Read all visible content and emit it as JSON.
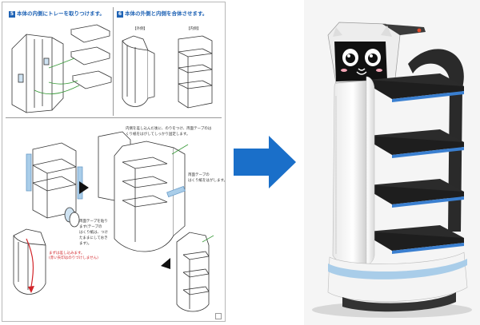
{
  "manual": {
    "step5": {
      "number": "5",
      "title": "本体の内側にトレーを取りつけます。"
    },
    "step6": {
      "number": "6",
      "title": "本体の外側と内側を合体させます。",
      "label_outer": "【外側】",
      "label_inner": "【内側】"
    },
    "assembly": {
      "note_top_line1": "内側を差し込んだ後に、のりをつけ、両面テープのは",
      "note_top_line2": "くり紙をはがしてしっかり固定します。",
      "note_right_line1": "両面テープの",
      "note_right_line2": "はくり紙をはがします。",
      "note_mid_line1": "両面テープを貼り",
      "note_mid_line2": "ます(テープの",
      "note_mid_line3": "はくり紙は、つけ",
      "note_mid_line4": "たままにしておき",
      "note_mid_line5": "ます)。",
      "note_red_line1": "まずは差し込みます。",
      "note_red_line2": "(赤い矢印はのりづけしません)"
    }
  },
  "colors": {
    "accent_blue": "#1f63b5",
    "arrow_blue": "#1a6fc9",
    "tape_blue": "#a9cde9",
    "green_line": "#3a9a3a",
    "red_note": "#d2252a"
  },
  "icons": {
    "transition_arrow": "right-arrow-icon"
  }
}
